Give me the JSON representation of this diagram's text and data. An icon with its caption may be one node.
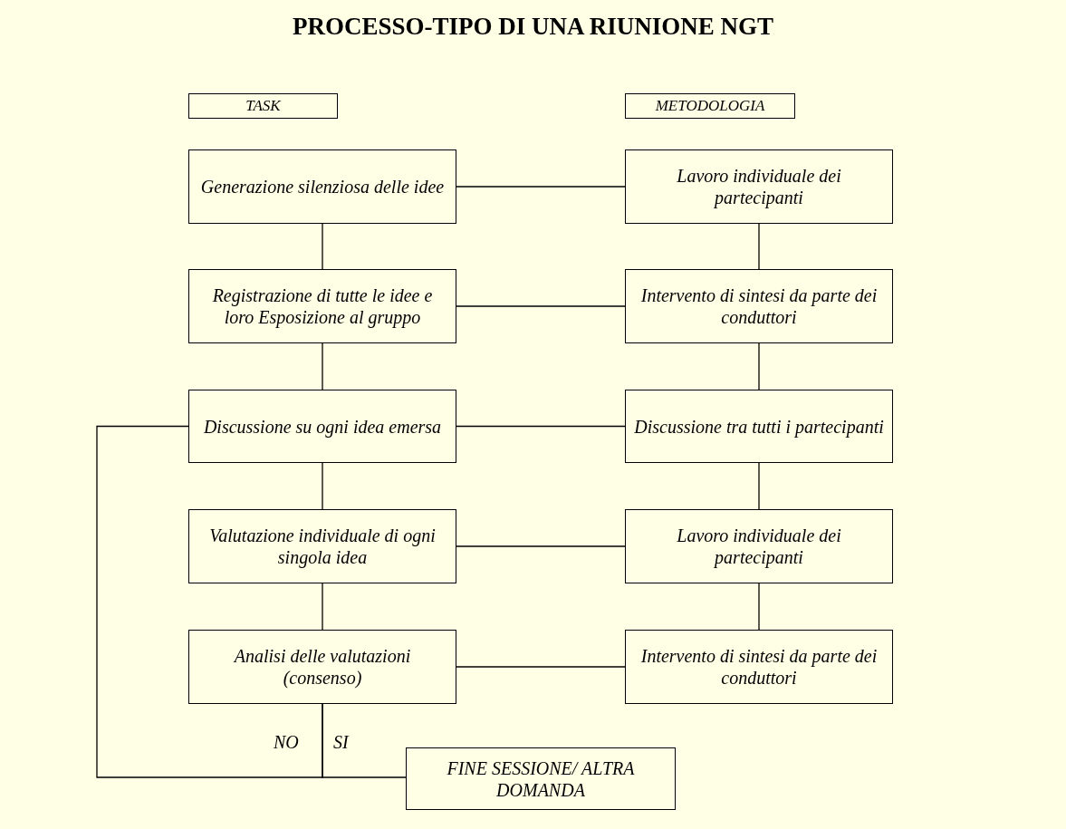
{
  "diagram": {
    "title": "PROCESSO-TIPO DI UNA RIUNIONE NGT",
    "nodes": [
      {
        "text": [
          "TASK"
        ]
      },
      {
        "text": [
          "METODOLOGIA"
        ]
      },
      {
        "text": [
          "Generazione silenziosa delle idee"
        ]
      },
      {
        "text": [
          "Lavoro individuale dei partecipanti"
        ]
      },
      {
        "text": [
          "Registrazione di tutte le idee e loro Esposizione al gruppo"
        ]
      },
      {
        "text": [
          "Intervento di sintesi da parte dei conduttori"
        ]
      },
      {
        "text": [
          "Discussione su ogni idea emersa"
        ]
      },
      {
        "text": [
          "Discussione tra tutti i partecipanti"
        ]
      },
      {
        "text": [
          "Valutazione individuale di ogni singola idea"
        ]
      },
      {
        "text": [
          "Lavoro individuale dei partecipanti"
        ]
      },
      {
        "text": [
          "Analisi delle valutazioni (consenso)"
        ]
      },
      {
        "text": [
          "Intervento di sintesi da parte dei conduttori"
        ]
      },
      {
        "text": [
          "FINE SESSIONE/ ALTRA DOMANDA"
        ]
      }
    ],
    "edges": [
      {
        "from": 2,
        "to": 3,
        "arrow": "none"
      },
      {
        "from": 2,
        "to": 4,
        "arrow": "none"
      },
      {
        "from": 3,
        "to": 5,
        "arrow": "none"
      },
      {
        "from": 4,
        "to": 5,
        "arrow": "none"
      },
      {
        "from": 4,
        "to": 6,
        "arrow": "none"
      },
      {
        "from": 5,
        "to": 7,
        "arrow": "none"
      },
      {
        "from": 6,
        "to": 7,
        "arrow": "none"
      },
      {
        "from": 6,
        "to": 8,
        "arrow": "none"
      },
      {
        "from": 7,
        "to": 9,
        "arrow": "none"
      },
      {
        "from": 8,
        "to": 9,
        "arrow": "none"
      },
      {
        "from": 8,
        "to": 10,
        "arrow": "none"
      },
      {
        "from": 9,
        "to": 11,
        "arrow": "none"
      },
      {
        "from": 10,
        "to": 11,
        "arrow": "none"
      },
      {
        "from": 10,
        "to": 6,
        "arrow": "none",
        "label": "NO"
      },
      {
        "from": 10,
        "to": 12,
        "arrow": "none",
        "label": "SI"
      }
    ]
  }
}
